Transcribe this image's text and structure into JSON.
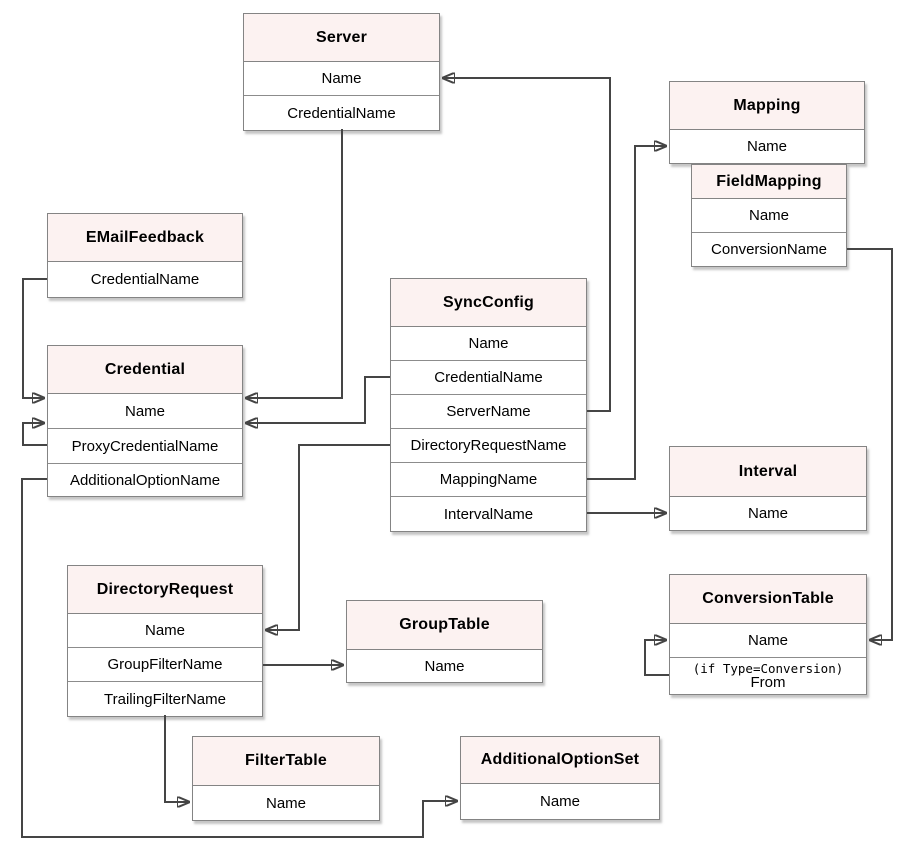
{
  "diagram": {
    "entities": [
      {
        "name": "Server",
        "fields": [
          "Name",
          "CredentialName"
        ]
      },
      {
        "name": "Mapping",
        "fields": [
          "Name"
        ]
      },
      {
        "name": "FieldMapping",
        "fields": [
          "Name",
          "ConversionName"
        ]
      },
      {
        "name": "EMailFeedback",
        "fields": [
          "CredentialName"
        ]
      },
      {
        "name": "Credential",
        "fields": [
          "Name",
          "ProxyCredentialName",
          "AdditionalOptionName"
        ]
      },
      {
        "name": "SyncConfig",
        "fields": [
          "Name",
          "CredentialName",
          "ServerName",
          "DirectoryRequestName",
          "MappingName",
          "IntervalName"
        ]
      },
      {
        "name": "Interval",
        "fields": [
          "Name"
        ]
      },
      {
        "name": "DirectoryRequest",
        "fields": [
          "Name",
          "GroupFilterName",
          "TrailingFilterName"
        ]
      },
      {
        "name": "GroupTable",
        "fields": [
          "Name"
        ]
      },
      {
        "name": "ConversionTable",
        "fields": [
          "Name"
        ],
        "conditional_field": {
          "condition": "(if Type=Conversion)",
          "label": "From"
        }
      },
      {
        "name": "FilterTable",
        "fields": [
          "Name"
        ]
      },
      {
        "name": "AdditionalOptionSet",
        "fields": [
          "Name"
        ]
      }
    ],
    "relations": [
      {
        "from": "Server.CredentialName",
        "to": "Credential.Name"
      },
      {
        "from": "EMailFeedback.CredentialName",
        "to": "Credential.Name"
      },
      {
        "from": "Credential.ProxyCredentialName",
        "to": "Credential.Name"
      },
      {
        "from": "Credential.AdditionalOptionName",
        "to": "AdditionalOptionSet.Name"
      },
      {
        "from": "SyncConfig.CredentialName",
        "to": "Credential.Name"
      },
      {
        "from": "SyncConfig.ServerName",
        "to": "Server.Name"
      },
      {
        "from": "SyncConfig.DirectoryRequestName",
        "to": "DirectoryRequest.Name"
      },
      {
        "from": "SyncConfig.MappingName",
        "to": "Mapping.Name"
      },
      {
        "from": "SyncConfig.IntervalName",
        "to": "Interval.Name"
      },
      {
        "from": "FieldMapping.ConversionName",
        "to": "ConversionTable.Name"
      },
      {
        "from": "ConversionTable.From",
        "to": "ConversionTable.Name"
      },
      {
        "from": "DirectoryRequest.GroupFilterName",
        "to": "GroupTable.Name"
      },
      {
        "from": "DirectoryRequest.TrailingFilterName",
        "to": "FilterTable.Name"
      }
    ],
    "colors": {
      "header_bg": "#fcf2f1",
      "box_border": "#848484",
      "connector": "#454545",
      "text": "#000000"
    }
  }
}
